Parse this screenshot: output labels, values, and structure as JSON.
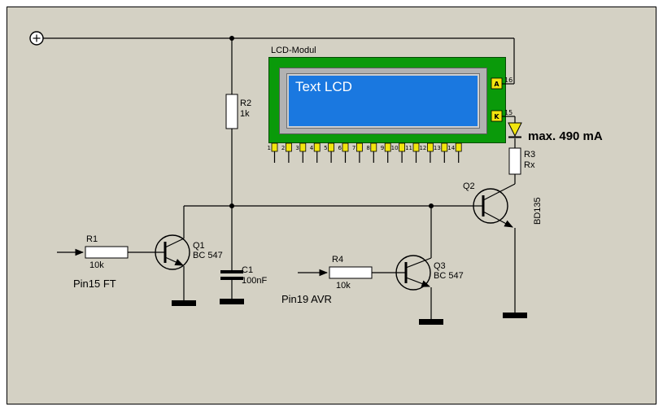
{
  "power": {
    "plus_symbol": "+"
  },
  "lcd": {
    "module_label": "LCD-Modul",
    "screen_text": "Text LCD",
    "pin_a_label": "A",
    "pin_a_number": "16",
    "pin_k_label": "K",
    "pin_k_number": "15",
    "bottom_pins": [
      "1",
      "2",
      "3",
      "4",
      "5",
      "6",
      "7",
      "8",
      "9",
      "10",
      "11",
      "12",
      "13",
      "14"
    ]
  },
  "components": {
    "r1": {
      "ref": "R1",
      "value": "10k"
    },
    "r2": {
      "ref": "R2",
      "value": "1k"
    },
    "r3": {
      "ref": "R3",
      "value": "Rx"
    },
    "r4": {
      "ref": "R4",
      "value": "10k"
    },
    "c1": {
      "ref": "C1",
      "value": "100nF"
    },
    "q1": {
      "ref": "Q1",
      "type": "BC 547"
    },
    "q2": {
      "ref": "Q2",
      "type": "BD135"
    },
    "q3": {
      "ref": "Q3",
      "type": "BC 547"
    }
  },
  "annotations": {
    "max_current": "max. 490 mA",
    "input_q1": "Pin15 FT",
    "input_q3": "Pin19 AVR"
  },
  "colors": {
    "canvas_bg": "#d4d1c4",
    "pcb_green": "#0a9a0a",
    "screen_blue": "#1a78e0",
    "pad_yellow": "#f2e50e"
  }
}
